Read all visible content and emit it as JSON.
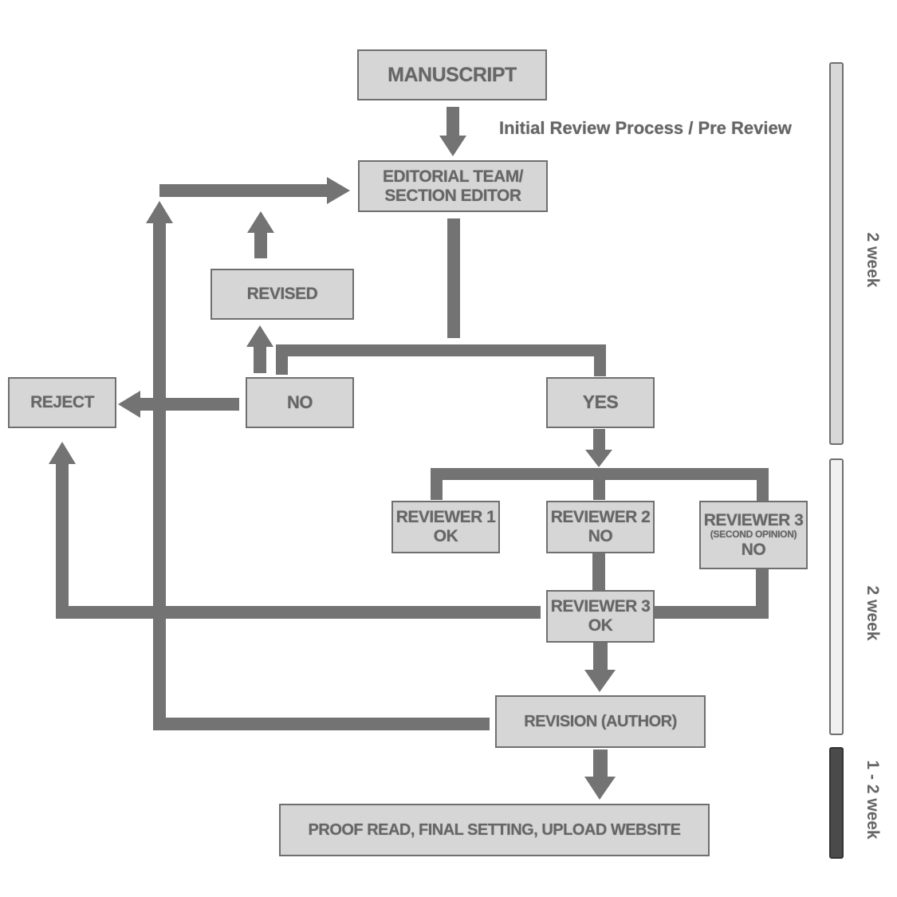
{
  "diagram": {
    "nodes": {
      "manuscript": "MANUSCRIPT",
      "editorial_line1": "EDITORIAL TEAM/",
      "editorial_line2": "SECTION EDITOR",
      "revised": "REVISED",
      "reject": "REJECT",
      "no": "NO",
      "yes": "YES",
      "reviewer1_line1": "REVIEWER 1",
      "reviewer1_line2": "OK",
      "reviewer2_line1": "REVIEWER 2",
      "reviewer2_line2": "NO",
      "reviewer3a_line1": "REVIEWER 3",
      "reviewer3a_line2": "(SECOND OPINION)",
      "reviewer3a_line3": "NO",
      "reviewer3b_line1": "REVIEWER 3",
      "reviewer3b_line2": "OK",
      "revision": "REVISION (AUTHOR)",
      "proof": "PROOF READ, FINAL SETTING, UPLOAD WEBSITE"
    },
    "annotation": "Initial Review Process / Pre Review",
    "timeline": [
      {
        "label": "2 week",
        "color": "#d8d8d8"
      },
      {
        "label": "2 week",
        "color": "#f1f1f1"
      },
      {
        "label": "1 - 2 week",
        "color": "#4a4a4a"
      }
    ],
    "colors": {
      "box_fill": "#d6d6d6",
      "box_border": "#6f6f6f",
      "connector": "#737373",
      "text": "#666666"
    }
  }
}
